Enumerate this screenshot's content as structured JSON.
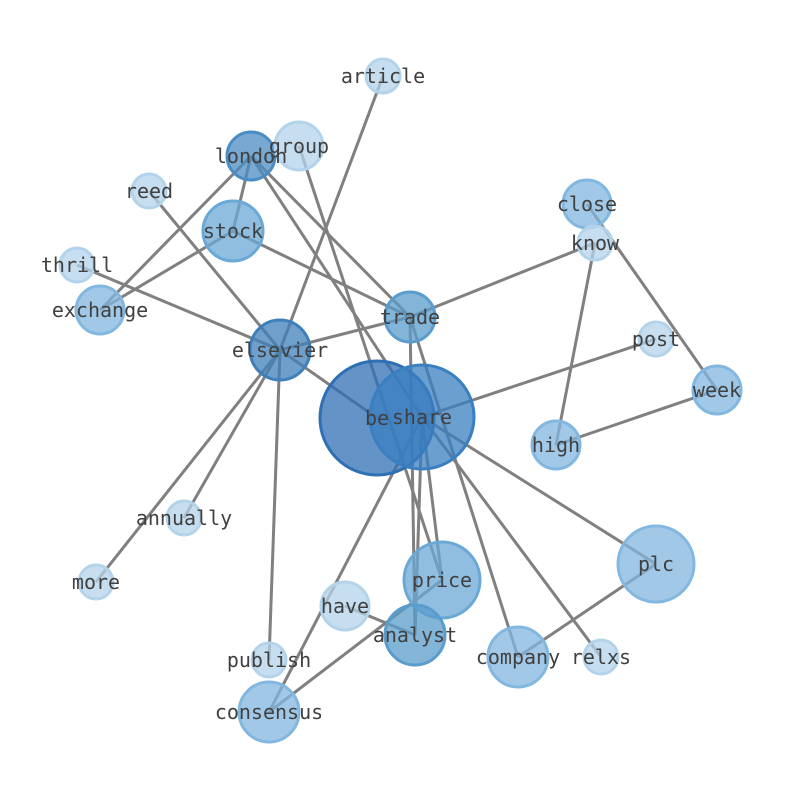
{
  "graph": {
    "type": "network",
    "edge_color": "#808080",
    "nodes": [
      {
        "id": "be",
        "label": "be",
        "weight": 1.0,
        "color": "#2f6fb4"
      },
      {
        "id": "share",
        "label": "share",
        "weight": 0.85,
        "color": "#3a7fc0"
      },
      {
        "id": "elsevier",
        "label": "elsevier",
        "weight": 0.55,
        "color": "#3f7fba"
      },
      {
        "id": "london",
        "label": "london",
        "weight": 0.5,
        "color": "#4a8cc4"
      },
      {
        "id": "trade",
        "label": "trade",
        "weight": 0.5,
        "color": "#5a9ccc"
      },
      {
        "id": "stock",
        "label": "stock",
        "weight": 0.5,
        "color": "#6aa8d6"
      },
      {
        "id": "price",
        "label": "price",
        "weight": 0.5,
        "color": "#6aa8d6"
      },
      {
        "id": "analyst",
        "label": "analyst",
        "weight": 0.5,
        "color": "#5a9ccc"
      },
      {
        "id": "plc",
        "label": "plc",
        "weight": 0.4,
        "color": "#82b7df"
      },
      {
        "id": "company",
        "label": "company",
        "weight": 0.4,
        "color": "#82b7df"
      },
      {
        "id": "consensus",
        "label": "consensus",
        "weight": 0.4,
        "color": "#82b7df"
      },
      {
        "id": "week",
        "label": "week",
        "weight": 0.4,
        "color": "#82b7df"
      },
      {
        "id": "high",
        "label": "high",
        "weight": 0.4,
        "color": "#82b7df"
      },
      {
        "id": "close",
        "label": "close",
        "weight": 0.4,
        "color": "#82b7df"
      },
      {
        "id": "exchange",
        "label": "exchange",
        "weight": 0.4,
        "color": "#82b7df"
      },
      {
        "id": "group",
        "label": "group",
        "weight": 0.3,
        "color": "#b3d3ea"
      },
      {
        "id": "have",
        "label": "have",
        "weight": 0.3,
        "color": "#b3d3ea"
      },
      {
        "id": "article",
        "label": "article",
        "weight": 0.2,
        "color": "#b3d3ea"
      },
      {
        "id": "reed",
        "label": "reed",
        "weight": 0.2,
        "color": "#b3d3ea"
      },
      {
        "id": "thrill",
        "label": "thrill",
        "weight": 0.2,
        "color": "#b3d3ea"
      },
      {
        "id": "know",
        "label": "know",
        "weight": 0.2,
        "color": "#b3d3ea"
      },
      {
        "id": "post",
        "label": "post",
        "weight": 0.2,
        "color": "#b3d3ea"
      },
      {
        "id": "annually",
        "label": "annually",
        "weight": 0.2,
        "color": "#b3d3ea"
      },
      {
        "id": "more",
        "label": "more",
        "weight": 0.2,
        "color": "#b3d3ea"
      },
      {
        "id": "publish",
        "label": "publish",
        "weight": 0.2,
        "color": "#b3d3ea"
      },
      {
        "id": "relxs",
        "label": "relxs",
        "weight": 0.2,
        "color": "#b3d3ea"
      }
    ],
    "edges": [
      [
        "elsevier",
        "article"
      ],
      [
        "elsevier",
        "reed"
      ],
      [
        "elsevier",
        "thrill"
      ],
      [
        "elsevier",
        "trade"
      ],
      [
        "elsevier",
        "annually"
      ],
      [
        "elsevier",
        "more"
      ],
      [
        "elsevier",
        "publish"
      ],
      [
        "elsevier",
        "be"
      ],
      [
        "group",
        "price"
      ],
      [
        "london",
        "stock"
      ],
      [
        "london",
        "exchange"
      ],
      [
        "london",
        "trade"
      ],
      [
        "london",
        "share"
      ],
      [
        "stock",
        "exchange"
      ],
      [
        "stock",
        "trade"
      ],
      [
        "trade",
        "know"
      ],
      [
        "trade",
        "analyst"
      ],
      [
        "trade",
        "company"
      ],
      [
        "know",
        "high"
      ],
      [
        "close",
        "week"
      ],
      [
        "week",
        "high"
      ],
      [
        "post",
        "share"
      ],
      [
        "share",
        "price"
      ],
      [
        "share",
        "analyst"
      ],
      [
        "share",
        "plc"
      ],
      [
        "share",
        "consensus"
      ],
      [
        "share",
        "relxs"
      ],
      [
        "have",
        "analyst"
      ],
      [
        "price",
        "consensus"
      ],
      [
        "plc",
        "company"
      ]
    ]
  }
}
